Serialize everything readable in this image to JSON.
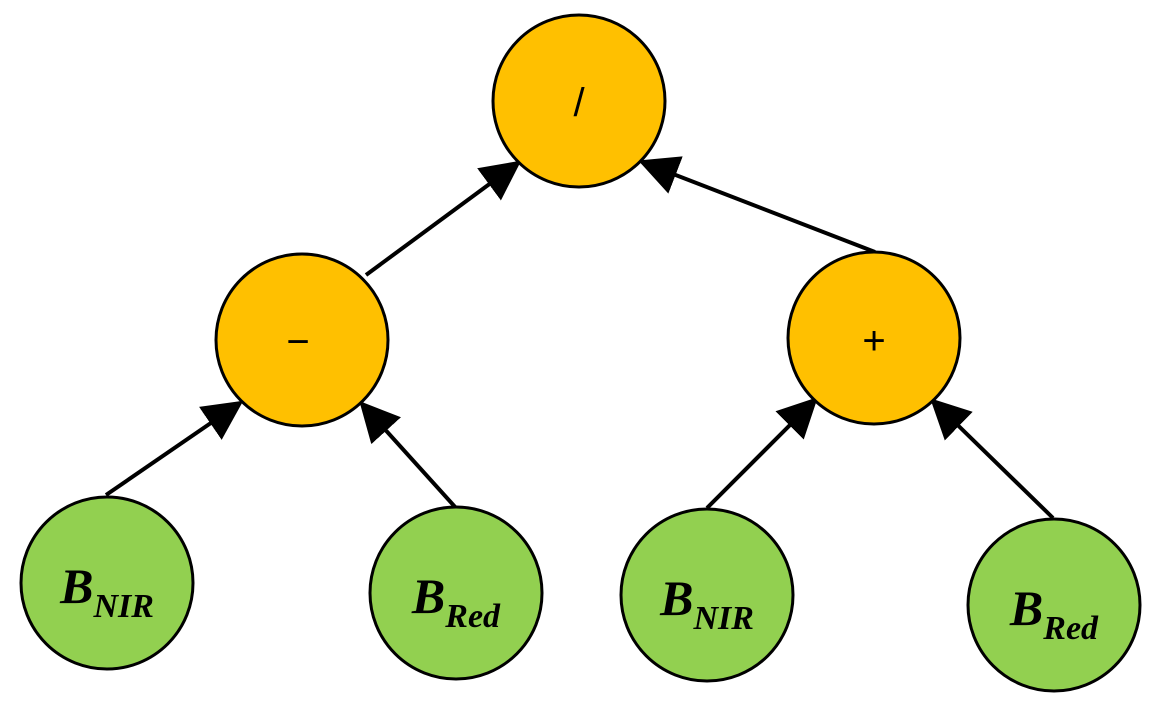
{
  "colors": {
    "operator": "#ffc000",
    "operand": "#92d050",
    "stroke": "#000000"
  },
  "root": {
    "op": "/"
  },
  "left": {
    "op": "−",
    "a": {
      "main": "B",
      "sub": "NIR"
    },
    "b": {
      "main": "B",
      "sub": "Red"
    }
  },
  "right": {
    "op": "+",
    "a": {
      "main": "B",
      "sub": "NIR"
    },
    "b": {
      "main": "B",
      "sub": "Red"
    }
  }
}
